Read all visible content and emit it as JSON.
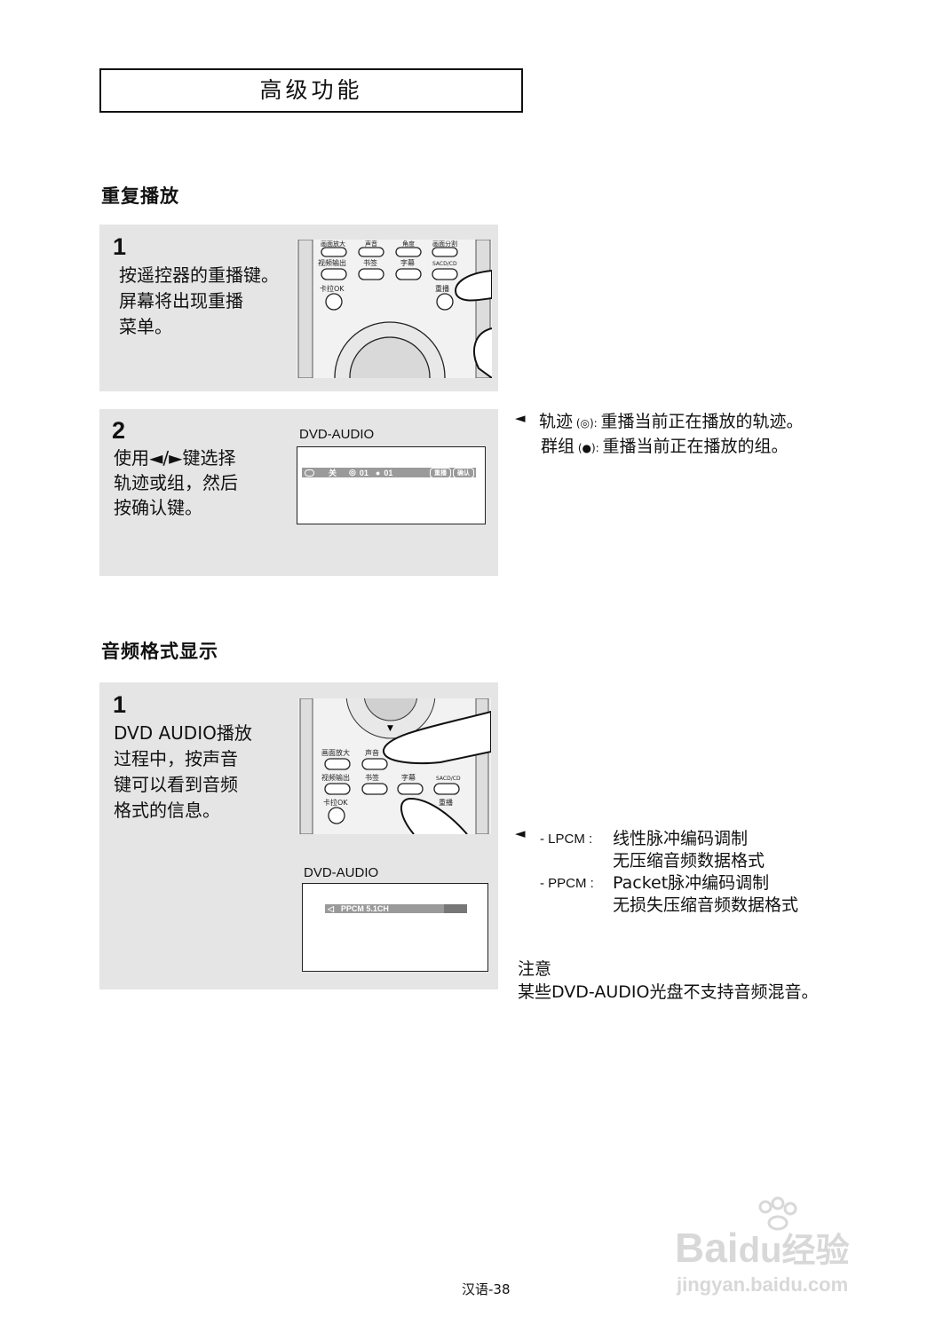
{
  "title": "高级功能",
  "repeat": {
    "heading": "重复播放",
    "step1": {
      "number": "1",
      "lines": [
        "按遥控器的重播键。",
        "屏幕将出现重播",
        "菜单。"
      ],
      "remote": {
        "row1": [
          "画面放大",
          "声音",
          "角度",
          "画面分割"
        ],
        "row2": [
          "视频输出",
          "书签",
          "字幕",
          "SACD/CD"
        ],
        "row3": [
          "卡拉OK",
          "重播"
        ]
      }
    },
    "step2": {
      "number": "2",
      "lines": [
        "使用◄/►键选择",
        "轨迹或组，然后",
        "按确认键。"
      ],
      "screen_label": "DVD-AUDIO",
      "osd": {
        "off": "关",
        "track": "01",
        "group": "01",
        "repeat_btn": "重播",
        "ok_btn": "确认"
      }
    },
    "note": {
      "lines": [
        {
          "term": "轨迹",
          "desc": "重播当前正在播放的轨迹。"
        },
        {
          "term": "群组",
          "desc": "重播当前正在播放的组。"
        }
      ]
    }
  },
  "audio": {
    "heading": "音频格式显示",
    "step1": {
      "number": "1",
      "lines": [
        "DVD AUDIO播放",
        "过程中，按声音",
        "键可以看到音频",
        "格式的信息。"
      ],
      "remote": {
        "row1": [
          "画面放大",
          "声音"
        ],
        "row2": [
          "视频输出",
          "书签",
          "字幕",
          "SACD/CD"
        ],
        "row3": [
          "卡拉OK",
          "重播"
        ]
      },
      "screen_label": "DVD-AUDIO",
      "osd": "PPCM 5.1CH"
    },
    "formats": [
      {
        "code": "- LPCM :",
        "lines": [
          "线性脉冲编码调制",
          "无压缩音频数据格式"
        ]
      },
      {
        "code": "- PPCM :",
        "lines": [
          "Packet脉冲编码调制",
          "无损失压缩音频数据格式"
        ]
      }
    ],
    "caution": {
      "title": "注意",
      "text": "某些DVD-AUDIO光盘不支持音频混音。"
    }
  },
  "page_number": "汉语-38",
  "watermark": {
    "brand": "Baidu经验",
    "url": "jingyan.baidu.com"
  }
}
